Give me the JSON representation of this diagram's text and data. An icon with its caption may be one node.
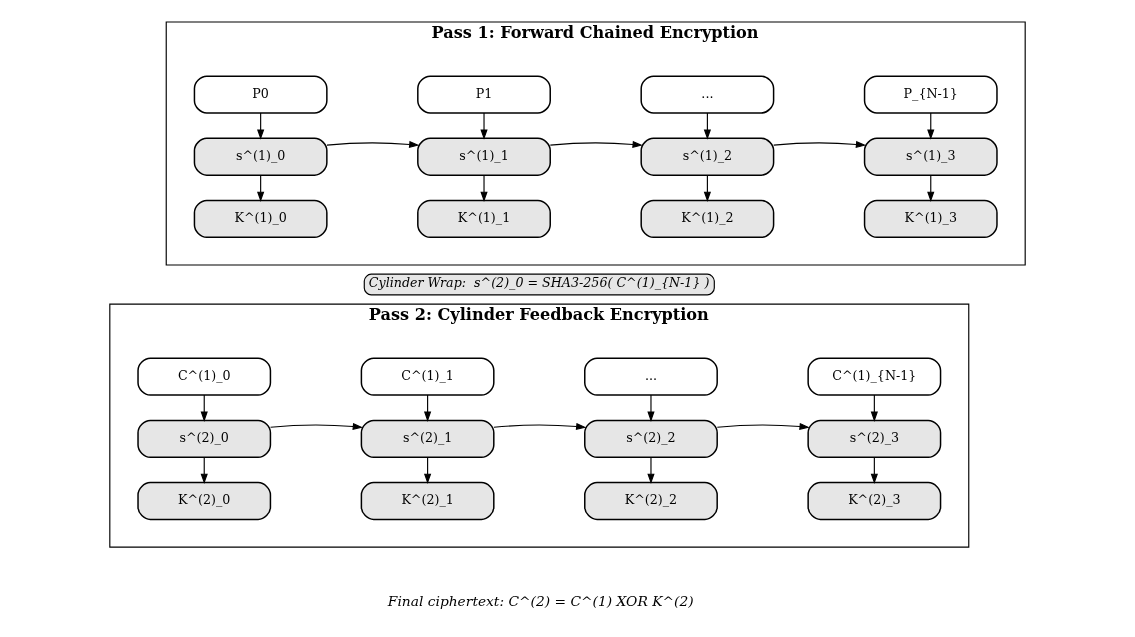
{
  "diagram": {
    "nodes": [
      {
        "text": [
          "Pass 1: Forward Chained Encryption"
        ]
      },
      {
        "text": [
          "P0"
        ],
        "in": 0
      },
      {
        "text": [
          "P1"
        ],
        "in": 0
      },
      {
        "text": [
          "..."
        ],
        "in": 0
      },
      {
        "text": [
          "P_{N-1}"
        ],
        "in": 0
      },
      {
        "text": [
          "s^(1)_0"
        ],
        "in": 0
      },
      {
        "text": [
          "s^(1)_1"
        ],
        "in": 0
      },
      {
        "text": [
          "s^(1)_2"
        ],
        "in": 0
      },
      {
        "text": [
          "s^(1)_3"
        ],
        "in": 0
      },
      {
        "text": [
          "K^(1)_0"
        ],
        "in": 0
      },
      {
        "text": [
          "K^(1)_1"
        ],
        "in": 0
      },
      {
        "text": [
          "K^(1)_2"
        ],
        "in": 0
      },
      {
        "text": [
          "K^(1)_3"
        ],
        "in": 0
      },
      {
        "text": [
          "Cylinder Wrap:  s^(2)_0 = SHA3-256( C^(1)_{N-1} )"
        ]
      },
      {
        "text": [
          "Pass 2: Cylinder Feedback Encryption"
        ]
      },
      {
        "text": [
          "C^(1)_0"
        ],
        "in": 14
      },
      {
        "text": [
          "C^(1)_1"
        ],
        "in": 14
      },
      {
        "text": [
          "..."
        ],
        "in": 14
      },
      {
        "text": [
          "C^(1)_{N-1}"
        ],
        "in": 14
      },
      {
        "text": [
          "s^(2)_0"
        ],
        "in": 14
      },
      {
        "text": [
          "s^(2)_1"
        ],
        "in": 14
      },
      {
        "text": [
          "s^(2)_2"
        ],
        "in": 14
      },
      {
        "text": [
          "s^(2)_3"
        ],
        "in": 14
      },
      {
        "text": [
          "K^(2)_0"
        ],
        "in": 14
      },
      {
        "text": [
          "K^(2)_1"
        ],
        "in": 14
      },
      {
        "text": [
          "K^(2)_2"
        ],
        "in": 14
      },
      {
        "text": [
          "K^(2)_3"
        ],
        "in": 14
      }
    ],
    "edges": [
      {
        "from": 1,
        "to": 5,
        "arrow": "to"
      },
      {
        "from": 5,
        "to": 9,
        "arrow": "to"
      },
      {
        "from": 2,
        "to": 6,
        "arrow": "to"
      },
      {
        "from": 6,
        "to": 10,
        "arrow": "to"
      },
      {
        "from": 3,
        "to": 7,
        "arrow": "to"
      },
      {
        "from": 7,
        "to": 11,
        "arrow": "to"
      },
      {
        "from": 4,
        "to": 8,
        "arrow": "to"
      },
      {
        "from": 8,
        "to": 12,
        "arrow": "to"
      },
      {
        "from": 5,
        "to": 6,
        "arrow": "to"
      },
      {
        "from": 6,
        "to": 7,
        "arrow": "to"
      },
      {
        "from": 7,
        "to": 8,
        "arrow": "to"
      },
      {
        "from": 15,
        "to": 19,
        "arrow": "to"
      },
      {
        "from": 19,
        "to": 23,
        "arrow": "to"
      },
      {
        "from": 16,
        "to": 20,
        "arrow": "to"
      },
      {
        "from": 20,
        "to": 24,
        "arrow": "to"
      },
      {
        "from": 17,
        "to": 21,
        "arrow": "to"
      },
      {
        "from": 21,
        "to": 25,
        "arrow": "to"
      },
      {
        "from": 18,
        "to": 22,
        "arrow": "to"
      },
      {
        "from": 22,
        "to": 26,
        "arrow": "to"
      },
      {
        "from": 19,
        "to": 20,
        "arrow": "to"
      },
      {
        "from": 20,
        "to": 21,
        "arrow": "to"
      },
      {
        "from": 21,
        "to": 22,
        "arrow": "to"
      }
    ],
    "labels": [
      "Final ciphertext: C^(2) = C^(1) XOR K^(2)"
    ]
  }
}
